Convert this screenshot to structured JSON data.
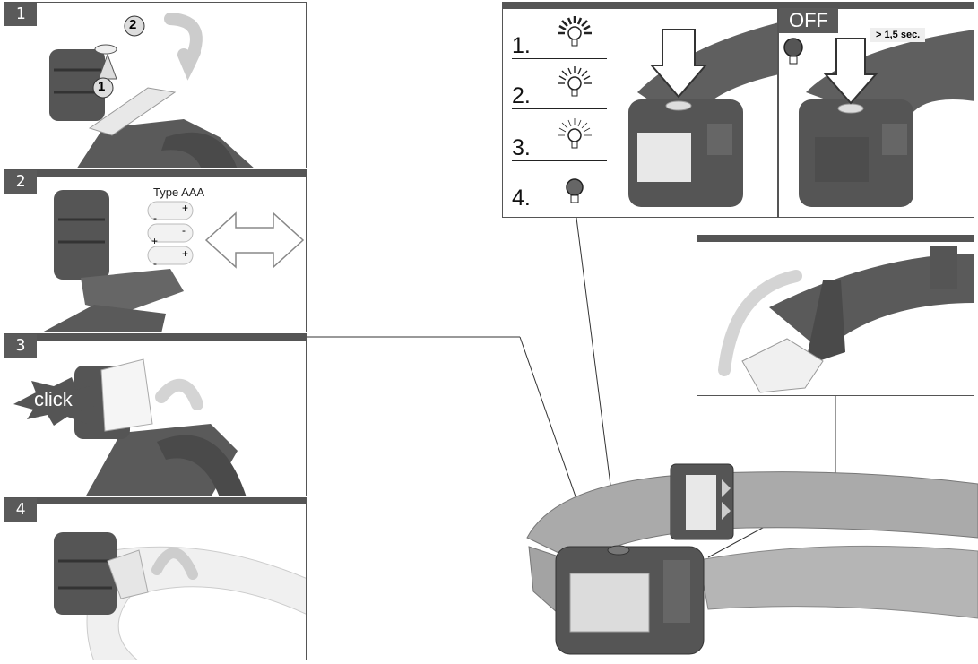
{
  "steps": [
    {
      "number": "1",
      "callouts": [
        "2",
        "1"
      ]
    },
    {
      "number": "2",
      "battery_label": "Type AAA",
      "polarity": [
        "+",
        "-",
        "+",
        "-",
        "+",
        "-"
      ]
    },
    {
      "number": "3",
      "sound_label": "click"
    },
    {
      "number": "4"
    }
  ],
  "modes": {
    "items": [
      {
        "label": "1.",
        "level": "high"
      },
      {
        "label": "2.",
        "level": "medium"
      },
      {
        "label": "3.",
        "level": "low"
      },
      {
        "label": "4.",
        "level": "off"
      }
    ]
  },
  "off_panel": {
    "title": "OFF",
    "duration": "> 1,5 sec."
  },
  "colors": {
    "panel_bar": "#555555",
    "body_dark": "#5a5a5a",
    "strap": "#a9a9a9",
    "light_gray": "#d4d4d4"
  }
}
